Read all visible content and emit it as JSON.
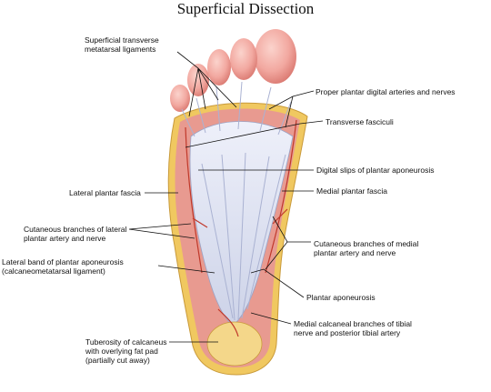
{
  "title": "Superficial Dissection",
  "labels": {
    "superficial_transverse": "Superficial transverse\nmetatarsal ligaments",
    "proper_plantar_digital": "Proper plantar digital arteries and nerves",
    "transverse_fasciculi": "Transverse fasciculi",
    "digital_slips": "Digital slips of plantar aponeurosis",
    "lateral_plantar_fascia": "Lateral plantar fascia",
    "medial_plantar_fascia": "Medial plantar fascia",
    "cutaneous_lateral": "Cutaneous branches of lateral\nplantar artery and nerve",
    "cutaneous_medial": "Cutaneous branches of medial\nplantar artery and nerve",
    "lateral_band": "Lateral band of plantar aponeurosis\n(calcaneometatarsal ligament)",
    "plantar_aponeurosis": "Plantar aponeurosis",
    "medial_calcaneal": "Medial calcaneal branches of tibial\nnerve and posterior tibial artery",
    "tuberosity": "Tuberosity of calcaneus\nwith overlying fat pad\n(partially cut away)"
  },
  "colors": {
    "skin": "#f2a8a0",
    "fat": "#f0c860",
    "fascia": "#dfe3f2",
    "vessel": "#c0392b",
    "leader": "#111111"
  }
}
